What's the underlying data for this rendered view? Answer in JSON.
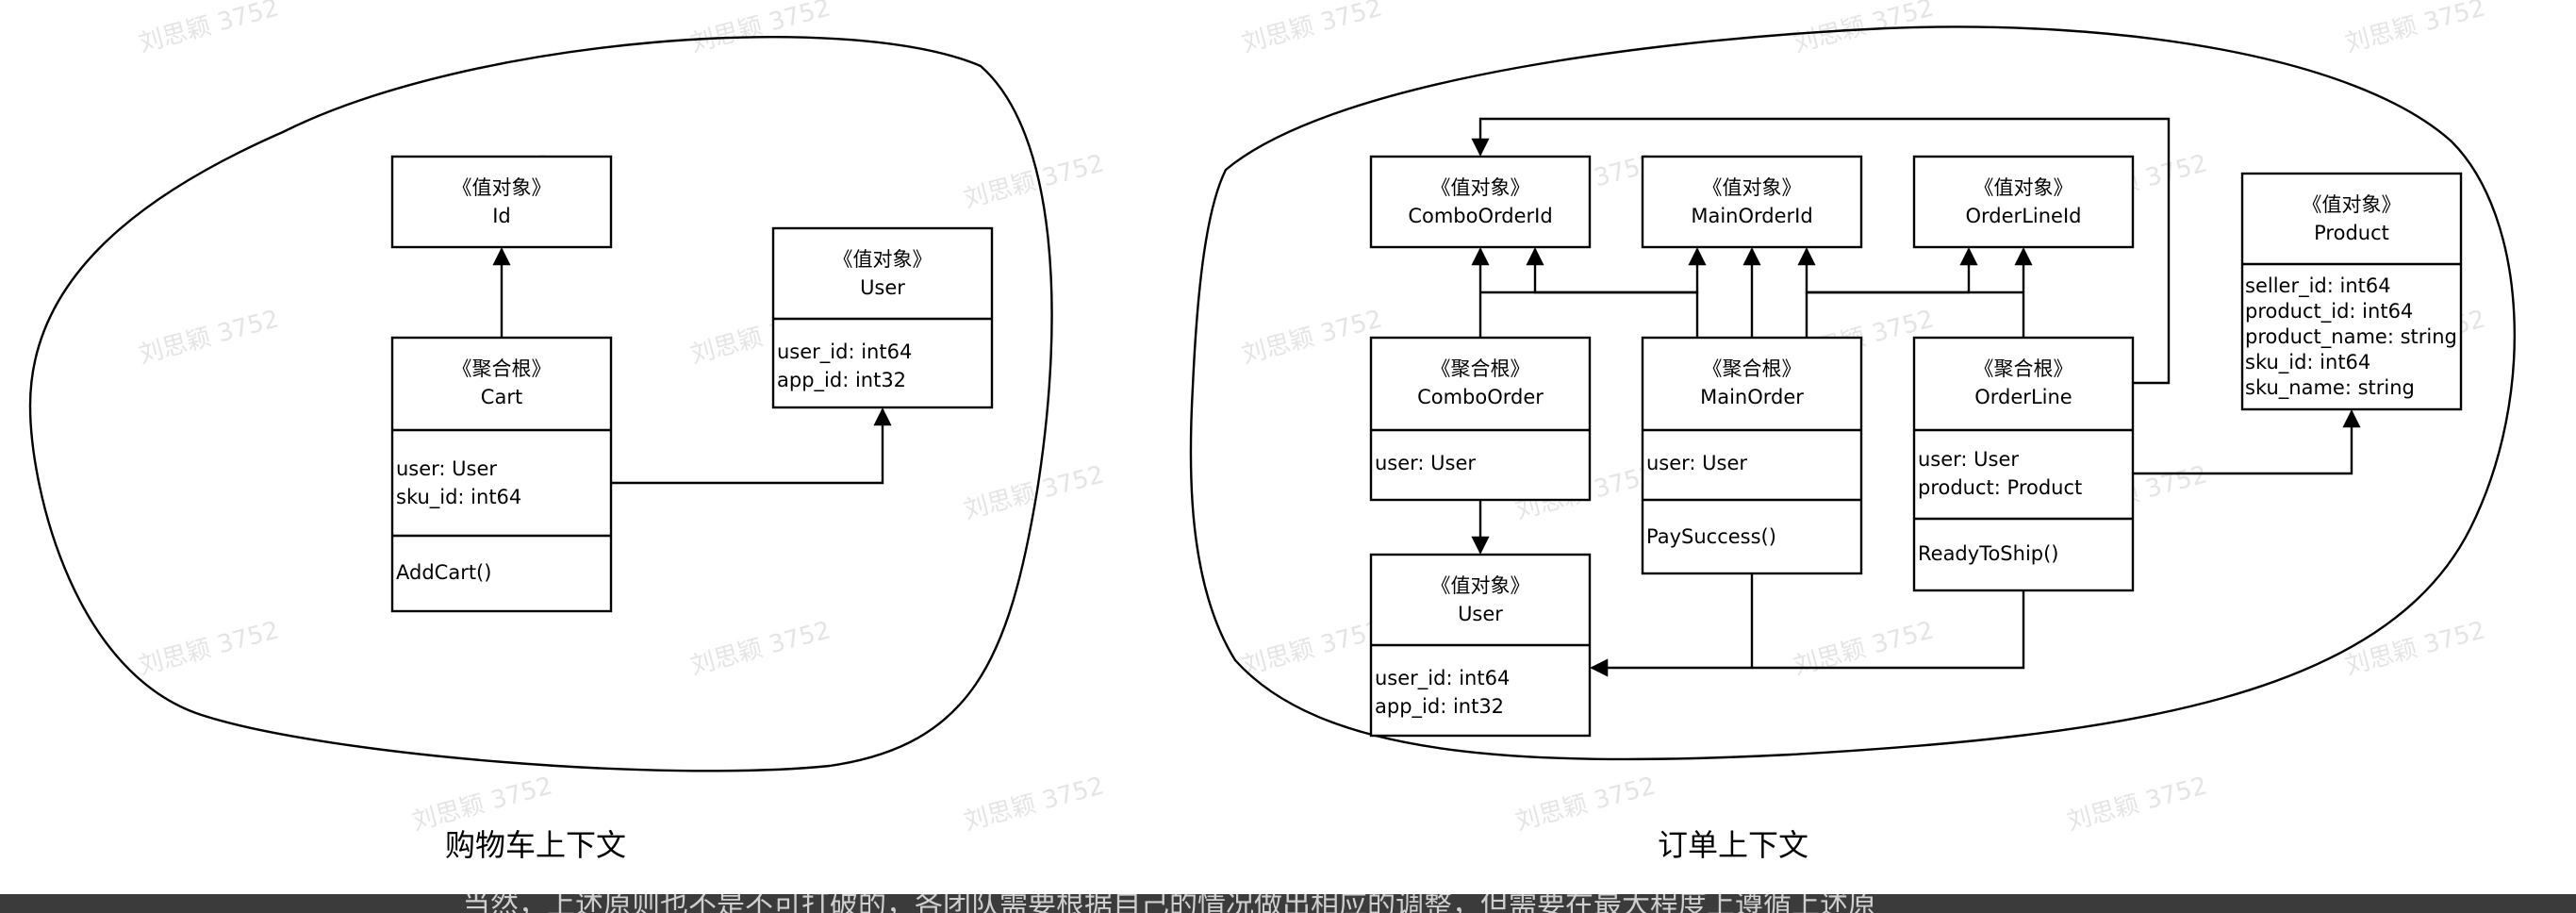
{
  "colors": {
    "line": "#000000",
    "background": "#ffffff",
    "watermark": "#cfcfcf",
    "bar": "#3b3b3b"
  },
  "watermark_text": "刘思颖 3752",
  "contexts": {
    "cart": {
      "caption": "购物车上下文"
    },
    "order": {
      "caption": "订单上下文"
    }
  },
  "cart": {
    "id_box": {
      "stereotype": "《值对象》",
      "name": "Id"
    },
    "cart_box": {
      "stereotype": "《聚合根》",
      "name": "Cart",
      "fields": [
        "user: User",
        "sku_id: int64"
      ],
      "methods": [
        "AddCart()"
      ]
    },
    "user_box": {
      "stereotype": "《值对象》",
      "name": "User",
      "fields": [
        "user_id: int64",
        "app_id: int32"
      ]
    }
  },
  "order": {
    "combo_id_box": {
      "stereotype": "《值对象》",
      "name": "ComboOrderId"
    },
    "main_id_box": {
      "stereotype": "《值对象》",
      "name": "MainOrderId"
    },
    "line_id_box": {
      "stereotype": "《值对象》",
      "name": "OrderLineId"
    },
    "combo_box": {
      "stereotype": "《聚合根》",
      "name": "ComboOrder",
      "fields": [
        "user: User"
      ]
    },
    "main_box": {
      "stereotype": "《聚合根》",
      "name": "MainOrder",
      "fields": [
        "user: User"
      ],
      "methods": [
        "PaySuccess()"
      ]
    },
    "line_box": {
      "stereotype": "《聚合根》",
      "name": "OrderLine",
      "fields": [
        "user: User",
        "product: Product"
      ],
      "methods": [
        "ReadyToShip()"
      ]
    },
    "user_box": {
      "stereotype": "《值对象》",
      "name": "User",
      "fields": [
        "user_id: int64",
        "app_id: int32"
      ]
    },
    "product_box": {
      "stereotype": "《值对象》",
      "name": "Product",
      "fields": [
        "seller_id: int64",
        "product_id: int64",
        "product_name: string",
        "sku_id: int64",
        "sku_name: string"
      ]
    }
  },
  "bottom_text": "当然，上述原则也不是不可打破的，各团队需要根据自己的情况做出相应的调整，但需要在最大程度上遵循上述原"
}
